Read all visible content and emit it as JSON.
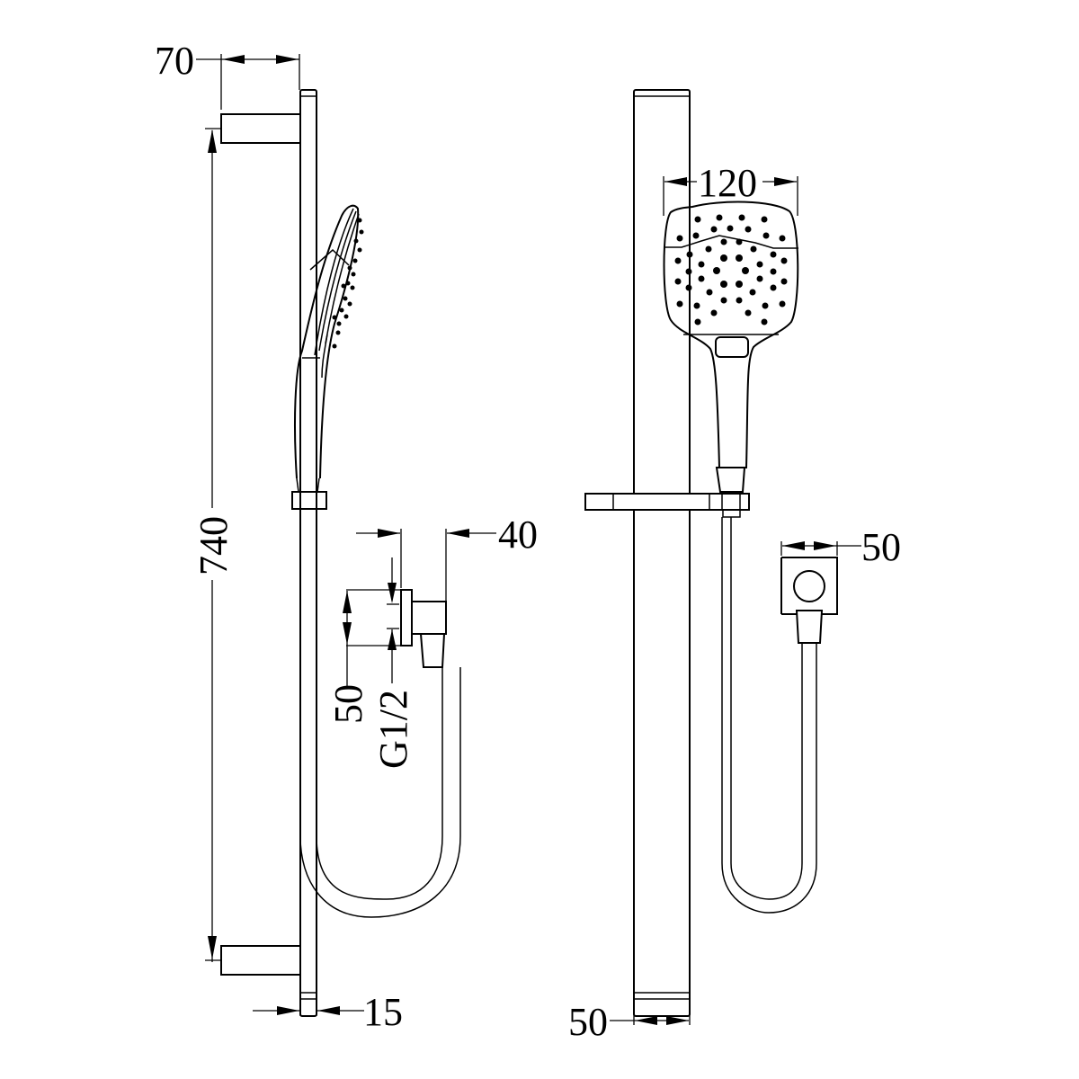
{
  "drawing": {
    "type": "technical-drawing",
    "subject": "shower rail with hand shower",
    "views": [
      {
        "name": "side-view"
      },
      {
        "name": "front-view"
      }
    ],
    "colors": {
      "line": "#000000",
      "background": "#ffffff"
    }
  },
  "side_view": {
    "dimensions": {
      "bracket_depth": "70",
      "rail_length": "740",
      "rail_width": "15",
      "outlet_depth": "40",
      "outlet_height": "50",
      "thread": "G1/2"
    }
  },
  "front_view": {
    "dimensions": {
      "head_width": "120",
      "outlet_width": "50",
      "rail_width": "50"
    }
  }
}
